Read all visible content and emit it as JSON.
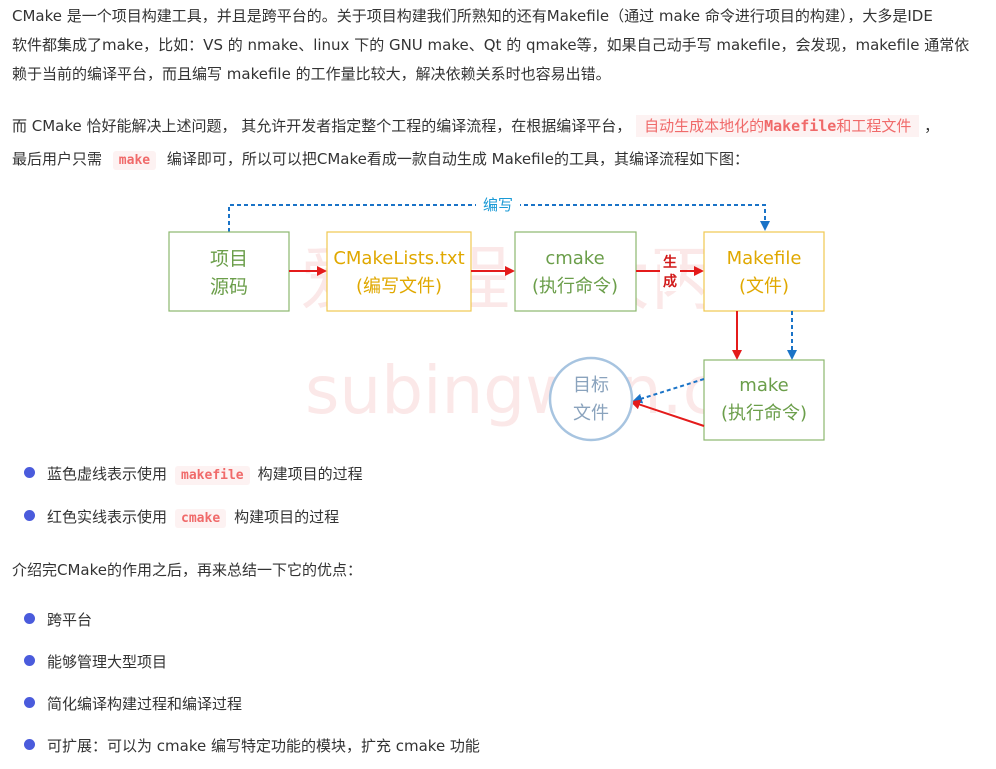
{
  "intro": {
    "line1": "CMake 是一个项目构建工具，并且是跨平台的。关于项目构建我们所熟知的还有Makefile（通过 make 命令进行项目的构建），大多是IDE",
    "line2": "软件都集成了make，比如：VS 的 nmake、linux 下的 GNU make、Qt 的 qmake等，如果自己动手写 makefile，会发现，makefile 通常依",
    "line3": "赖于当前的编译平台，而且编写 makefile 的工作量比较大，解决依赖关系时也容易出错。"
  },
  "para2": {
    "part1": "而 CMake 恰好能解决上述问题， 其允许开发者指定整个工程的编译流程，在根据编译平台，",
    "highlight_pre": "自动生成本地化的",
    "highlight_code": "Makefile",
    "highlight_post": "和工程文件",
    "part2": "，",
    "line2_pre": "最后用户只需",
    "line2_code": "make",
    "line2_post": "编译即可，所以可以把CMake看成一款自动生成 Makefile的工具，其编译流程如下图："
  },
  "diagram": {
    "box_source": [
      "项目",
      "源码"
    ],
    "box_cmakelists": [
      "CMakeLists.txt",
      "(编写文件)"
    ],
    "box_cmake": [
      "cmake",
      "(执行命令)"
    ],
    "label_generate": [
      "生",
      "成"
    ],
    "box_makefile": [
      "Makefile",
      "(文件)"
    ],
    "box_make": [
      "make",
      "(执行命令)"
    ],
    "circle_target": [
      "目标",
      "文件"
    ],
    "label_write": "编写",
    "watermark_cn": "爱编程的大丙",
    "watermark_en": "subingwen.cn",
    "colors": {
      "green": "#6b9e4a",
      "green_border": "#8cb86e",
      "orange": "#e0a800",
      "orange_border": "#f0c850",
      "red": "#e41b1b",
      "blue": "#1a73c7",
      "circle": "#a7c4e0",
      "circle_text": "#8aa3bd"
    }
  },
  "legend": [
    {
      "pre": "蓝色虚线表示使用",
      "code": "makefile",
      "post": "构建项目的过程"
    },
    {
      "pre": "红色实线表示使用",
      "code": "cmake",
      "post": "构建项目的过程"
    }
  ],
  "summary": "介绍完CMake的作用之后，再来总结一下它的优点：",
  "advantages": [
    "跨平台",
    "能够管理大型项目",
    "简化编译构建过程和编译过程",
    "可扩展：可以为 cmake 编写特定功能的模块，扩充 cmake 功能"
  ]
}
